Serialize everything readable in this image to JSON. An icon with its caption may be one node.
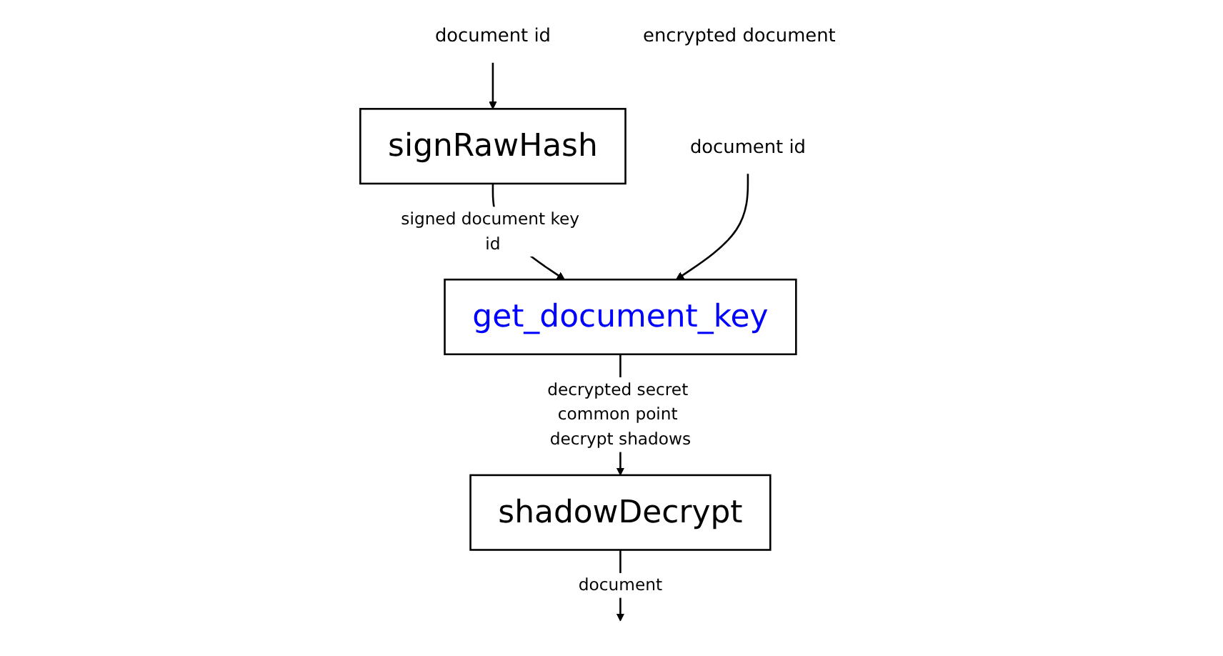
{
  "diagram": {
    "nodes": [
      {
        "text": [
          "document id"
        ]
      },
      {
        "text": [
          "signRawHash"
        ]
      },
      {
        "text": [
          "document id"
        ]
      },
      {
        "text": [
          "get_document_key"
        ]
      },
      {
        "text": [
          "encrypted document"
        ]
      },
      {
        "text": [
          "shadowDecrypt"
        ]
      }
    ],
    "edges": [
      {
        "from": 0,
        "to": 1,
        "arrow": "to"
      },
      {
        "from": 1,
        "to": 3,
        "arrow": "to",
        "label": "signed document key id"
      },
      {
        "from": 2,
        "to": 3,
        "arrow": "to"
      },
      {
        "from": 3,
        "to": 5,
        "arrow": "to",
        "label": "decrypted secret common point decrypt shadows"
      },
      {
        "from": 5,
        "to": null,
        "arrow": "to",
        "label": "document"
      }
    ]
  }
}
